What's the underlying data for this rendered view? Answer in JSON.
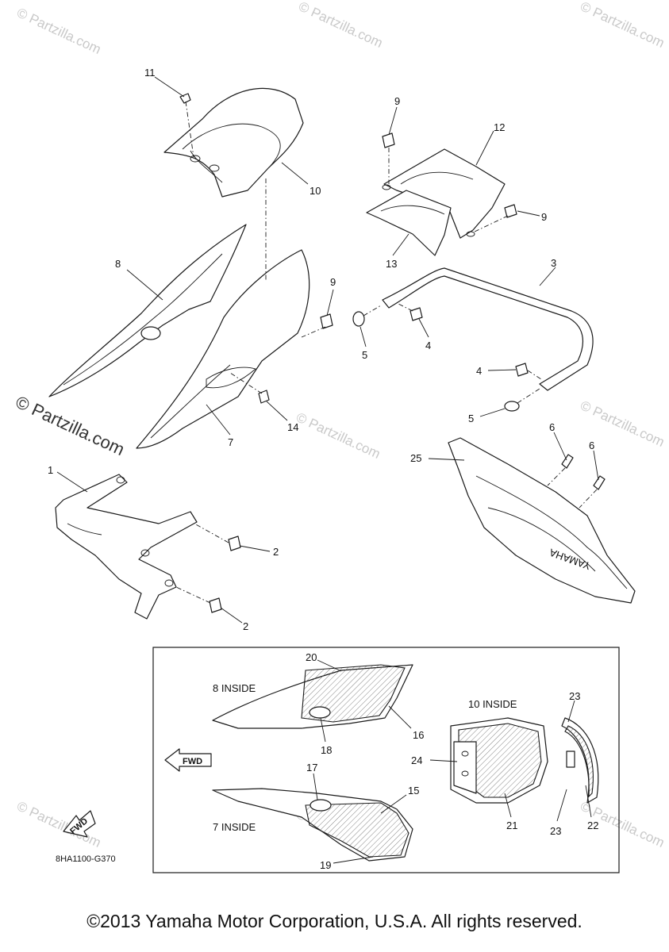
{
  "watermark": "© Partzilla.com",
  "callouts": [
    "1",
    "2",
    "2",
    "3",
    "4",
    "4",
    "5",
    "5",
    "6",
    "6",
    "7",
    "8",
    "9",
    "9",
    "9",
    "10",
    "11",
    "12",
    "13",
    "14",
    "25"
  ],
  "inset": {
    "label_8_inside": "8 INSIDE",
    "label_7_inside": "7 INSIDE",
    "label_10_inside": "10 INSIDE",
    "fwd": "FWD",
    "callouts": [
      "15",
      "16",
      "17",
      "18",
      "19",
      "20",
      "21",
      "22",
      "23",
      "23",
      "24"
    ]
  },
  "fwd_corner": "FWD",
  "drawing_code": "8HA1100-G370",
  "emblem_text": "YAMAHA",
  "copyright": "©2013 Yamaha Motor Corporation, U.S.A. All rights reserved."
}
